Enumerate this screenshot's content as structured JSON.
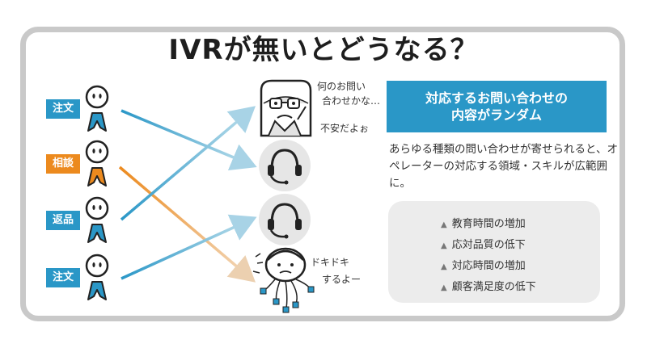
{
  "title": "IVRが無いとどうなる？",
  "callers": [
    {
      "label": "注文",
      "color": "#2a97c7"
    },
    {
      "label": "相談",
      "color": "#ec8a1e"
    },
    {
      "label": "返品",
      "color": "#2a97c7"
    },
    {
      "label": "注文",
      "color": "#2a97c7"
    }
  ],
  "operator_thoughts": {
    "top_line1": "何のお問い",
    "top_line2": "合わせかな…",
    "top_line3": "不安だよぉ",
    "bottom_line1": "ドキドキ",
    "bottom_line2": "するよー"
  },
  "callout": {
    "line1": "対応するお問い合わせの",
    "line2": "内容がランダム"
  },
  "description": "あらゆる種類の問い合わせが寄せられると、オペレーターの対応する領域・スキルが広範囲に。",
  "issues": [
    "教育時間の増加",
    "応対品質の低下",
    "対応時間の増加",
    "顧客満足度の低下"
  ],
  "colors": {
    "accent": "#2a97c7",
    "orange": "#ec8a1e",
    "frame": "#c9c9c9"
  }
}
